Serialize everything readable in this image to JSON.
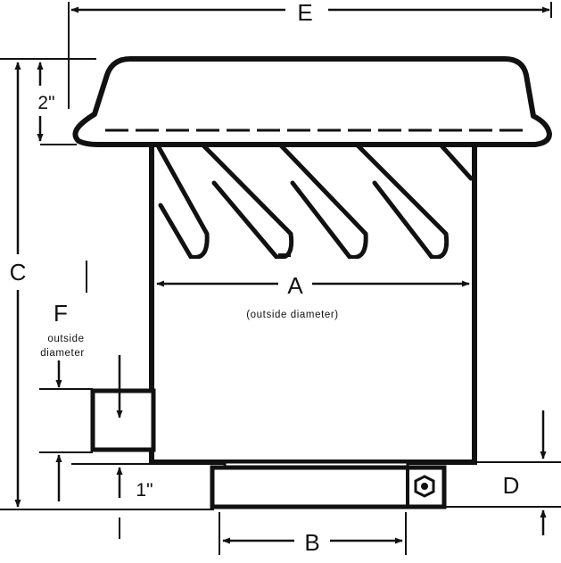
{
  "labels": {
    "E": "E",
    "C": "C",
    "two_inch": "2\"",
    "A": "A",
    "A_note": "(outside diameter)",
    "F": "F",
    "F_note_line1": "outside",
    "F_note_line2": "diameter",
    "one_inch": "1\"",
    "D": "D",
    "B": "B"
  },
  "colors": {
    "ink": "#111111",
    "paper": "#ffffff"
  }
}
